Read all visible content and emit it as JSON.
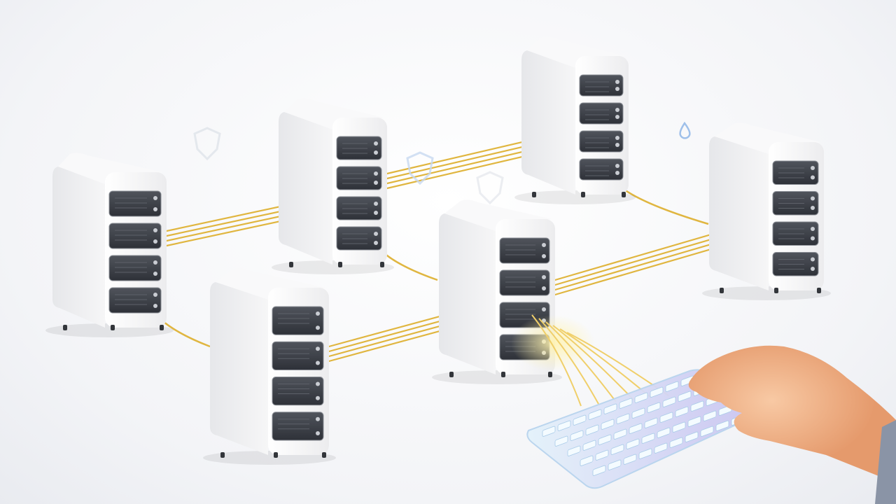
{
  "scene": {
    "subjects": [
      "server-tower",
      "gold-cable",
      "keyboard",
      "hand"
    ],
    "server_count": 6,
    "drive_bays_per_server": 4,
    "faint_icons": [
      "shield-icon",
      "shield-icon",
      "hexagon-icon",
      "droplet-icon"
    ]
  },
  "colors": {
    "background": "#f3f4f7",
    "server_body": "#f4f4f4",
    "server_side": "#e2e3e6",
    "drive_bay": "#3c4048",
    "cable": "#e0b640",
    "keyboard": "#cfe6f7",
    "hand": "#f2b48a",
    "icon_tint": "#c7d8f0"
  }
}
